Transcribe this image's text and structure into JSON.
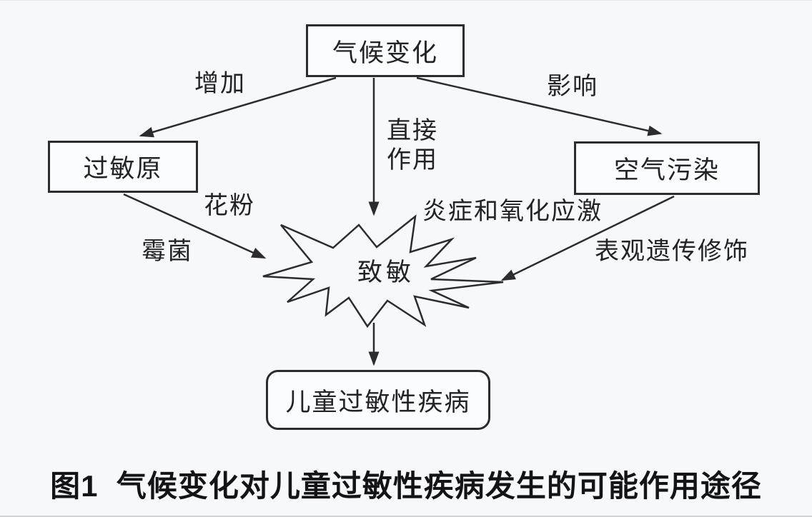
{
  "figure": {
    "caption": "图1  气候变化对儿童过敏性疾病发生的可能作用途径",
    "nodes": {
      "climate_change": {
        "label": "气候变化"
      },
      "allergens": {
        "label": "过敏原"
      },
      "air_pollution": {
        "label": "空气污染"
      },
      "sensitization": {
        "label": "致敏"
      },
      "children_allergic_disease": {
        "label": "儿童过敏性疾病"
      }
    },
    "edges": [
      {
        "from": "climate_change",
        "to": "allergens",
        "label": "增加"
      },
      {
        "from": "climate_change",
        "to": "sensitization",
        "label": "直接作用",
        "label_lines": [
          "直接",
          "作用"
        ]
      },
      {
        "from": "climate_change",
        "to": "air_pollution",
        "label": "影响"
      },
      {
        "from": "allergens",
        "to": "sensitization",
        "labels": [
          "花粉",
          "霉菌"
        ]
      },
      {
        "from": "air_pollution",
        "to": "sensitization",
        "labels": [
          "炎症和氧化应激",
          "表观遗传修饰"
        ]
      },
      {
        "from": "sensitization",
        "to": "children_allergic_disease",
        "label": ""
      }
    ]
  },
  "colors": {
    "background": "#f7f8fa",
    "line": "#2b2b30",
    "text": "#222227"
  }
}
